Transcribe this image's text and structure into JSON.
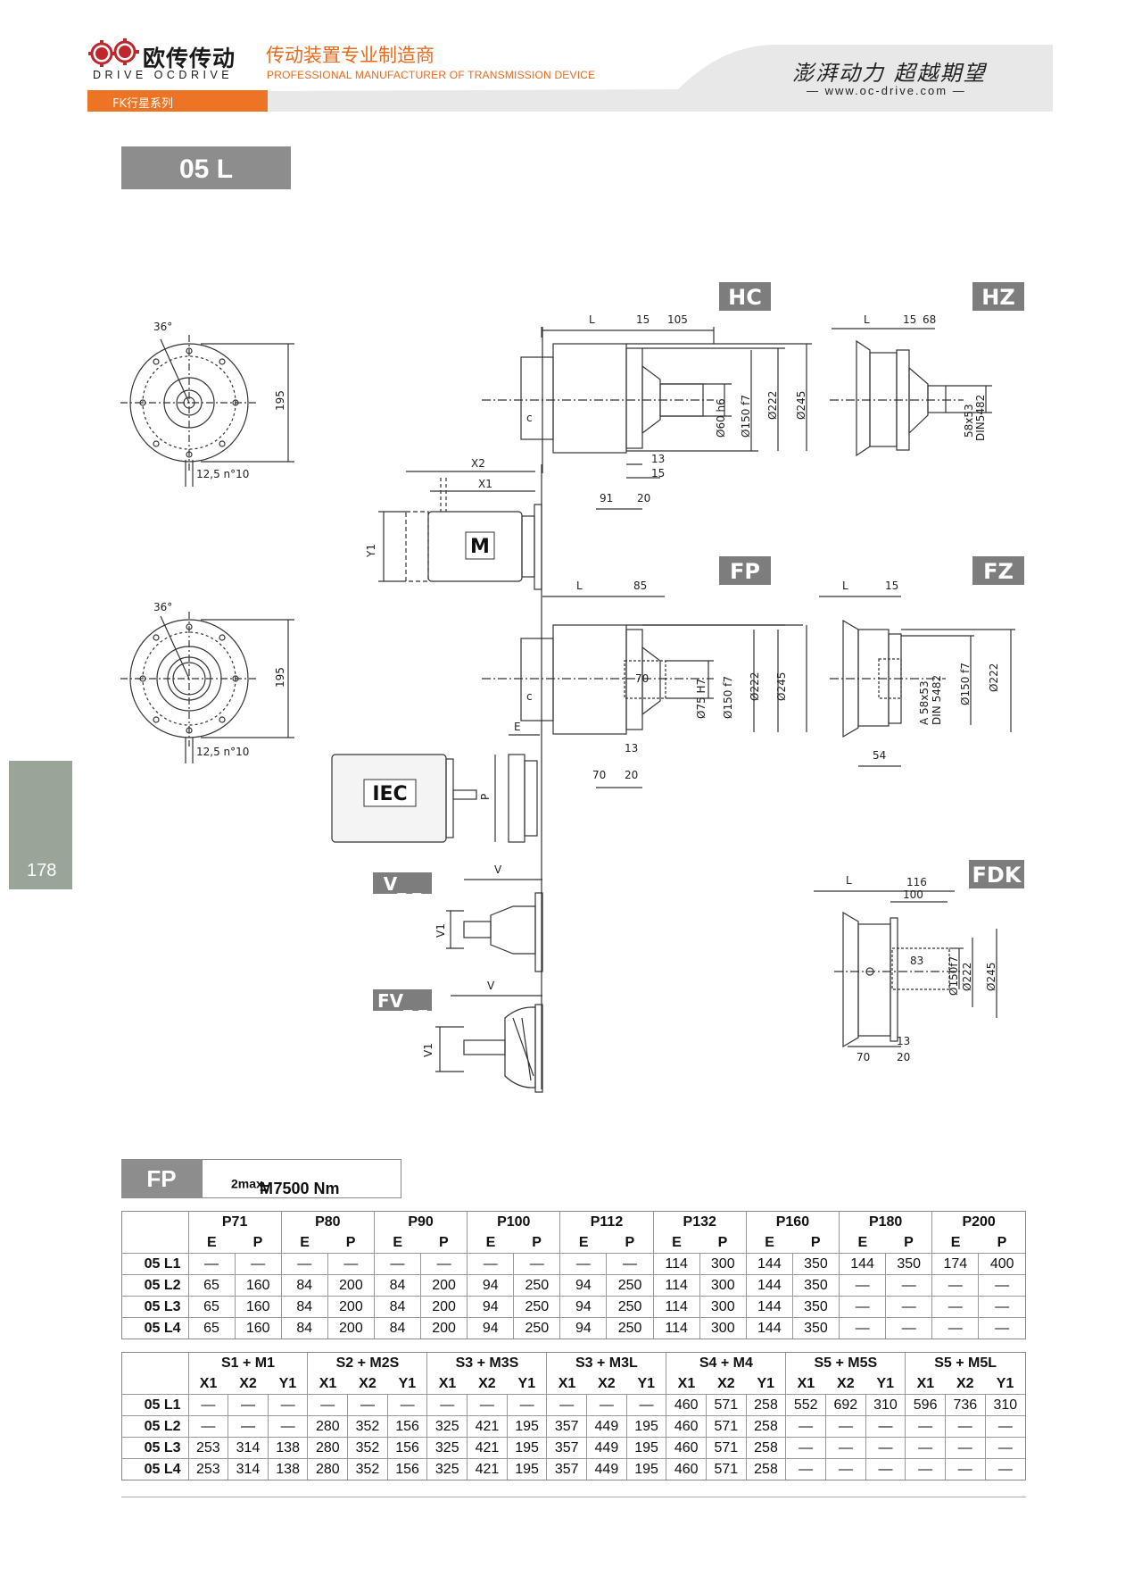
{
  "header": {
    "logo_cn": "欧传传动",
    "logo_en": "DRIVE OCDRIVE",
    "tagline_cn": "传动装置专业制造商",
    "tagline_en": "PROFESSIONAL MANUFACTURER OF TRANSMISSION DEVICE",
    "motto": "澎湃动力 超越期望",
    "website": "www.oc-drive.com",
    "series": "FK行星系列",
    "model": "05 L",
    "page_number": "178"
  },
  "drawing": {
    "view_labels": [
      "HC",
      "HZ",
      "FP",
      "FZ",
      "FDK",
      "V_ _",
      "FV_ _"
    ],
    "components": {
      "motor": "M",
      "iec": "IEC"
    },
    "dims": {
      "angle": "36°",
      "d195": "195",
      "holes": "12,5 n°10",
      "L": "L",
      "c": "c",
      "E": "E",
      "P": "P",
      "V": "V",
      "V1": "V1",
      "X1": "X1",
      "X2": "X2",
      "Y1": "Y1",
      "hc_15": "15",
      "hc_105": "105",
      "hc_13": "13",
      "hc_15b": "15",
      "hc_91": "91",
      "hc_20": "20",
      "hc_d60": "Ø60 h6",
      "hc_d150": "Ø150 f7",
      "hc_d222": "Ø222",
      "hc_d245": "Ø245",
      "hz_15": "15",
      "hz_68": "68",
      "hz_spline": "58x53",
      "hz_din": "DIN5482",
      "fp_85": "85",
      "fp_70": "70",
      "fp_d75": "Ø75 H7",
      "fp_d150": "Ø150 f7",
      "fp_d222": "Ø222",
      "fp_d245": "Ø245",
      "fp_13": "13",
      "fp_70b": "70",
      "fp_20": "20",
      "fz_15": "15",
      "fz_spline": "A 58x53",
      "fz_din": "DIN 5482",
      "fz_d150": "Ø150 f7",
      "fz_d222": "Ø222",
      "fz_54": "54",
      "fdk_116": "116",
      "fdk_100": "100",
      "fdk_83": "83",
      "fdk_d150": "Ø150f7",
      "fdk_d222": "Ø222",
      "fdk_d245": "Ø245",
      "fdk_70": "70",
      "fdk_13": "13",
      "fdk_20": "20"
    }
  },
  "fp_table": {
    "title": "FP",
    "torque_label": "M",
    "torque_sub": "2max",
    "torque_value": "= 7500 Nm",
    "groups": [
      "P71",
      "P80",
      "P90",
      "P100",
      "P112",
      "P132",
      "P160",
      "P180",
      "P200"
    ],
    "sub": [
      "E",
      "P"
    ],
    "rows": [
      {
        "name": "05 L1",
        "values": [
          "—",
          "—",
          "—",
          "—",
          "—",
          "—",
          "—",
          "—",
          "—",
          "—",
          "114",
          "300",
          "144",
          "350",
          "144",
          "350",
          "174",
          "400"
        ]
      },
      {
        "name": "05 L2",
        "values": [
          "65",
          "160",
          "84",
          "200",
          "84",
          "200",
          "94",
          "250",
          "94",
          "250",
          "114",
          "300",
          "144",
          "350",
          "—",
          "—",
          "—",
          "—"
        ]
      },
      {
        "name": "05 L3",
        "values": [
          "65",
          "160",
          "84",
          "200",
          "84",
          "200",
          "94",
          "250",
          "94",
          "250",
          "114",
          "300",
          "144",
          "350",
          "—",
          "—",
          "—",
          "—"
        ]
      },
      {
        "name": "05 L4",
        "values": [
          "65",
          "160",
          "84",
          "200",
          "84",
          "200",
          "94",
          "250",
          "94",
          "250",
          "114",
          "300",
          "144",
          "350",
          "—",
          "—",
          "—",
          "—"
        ]
      }
    ]
  },
  "motor_table": {
    "groups": [
      "S1 + M1",
      "S2 + M2S",
      "S3 + M3S",
      "S3 + M3L",
      "S4 + M4",
      "S5 + M5S",
      "S5 + M5L"
    ],
    "sub": [
      "X1",
      "X2",
      "Y1"
    ],
    "rows": [
      {
        "name": "05 L1",
        "values": [
          "—",
          "—",
          "—",
          "—",
          "—",
          "—",
          "—",
          "—",
          "—",
          "—",
          "—",
          "—",
          "460",
          "571",
          "258",
          "552",
          "692",
          "310",
          "596",
          "736",
          "310"
        ]
      },
      {
        "name": "05 L2",
        "values": [
          "—",
          "—",
          "—",
          "280",
          "352",
          "156",
          "325",
          "421",
          "195",
          "357",
          "449",
          "195",
          "460",
          "571",
          "258",
          "—",
          "—",
          "—",
          "—",
          "—",
          "—"
        ]
      },
      {
        "name": "05 L3",
        "values": [
          "253",
          "314",
          "138",
          "280",
          "352",
          "156",
          "325",
          "421",
          "195",
          "357",
          "449",
          "195",
          "460",
          "571",
          "258",
          "—",
          "—",
          "—",
          "—",
          "—",
          "—"
        ]
      },
      {
        "name": "05 L4",
        "values": [
          "253",
          "314",
          "138",
          "280",
          "352",
          "156",
          "325",
          "421",
          "195",
          "357",
          "449",
          "195",
          "460",
          "571",
          "258",
          "—",
          "—",
          "—",
          "—",
          "—",
          "—"
        ]
      }
    ]
  },
  "colors": {
    "accent": "#ec7424",
    "tag_grey": "#8d8d8d",
    "tab_green": "#9aa59a"
  }
}
